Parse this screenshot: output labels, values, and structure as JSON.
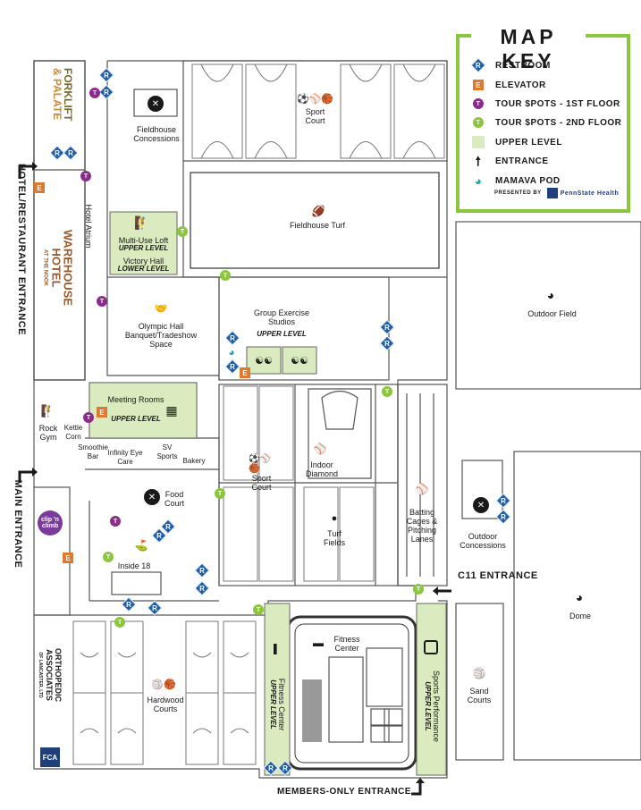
{
  "key": {
    "title": "MAP KEY",
    "items": {
      "restroom": "RESTROOM",
      "elevator": "ELEVATOR",
      "tour1": "TOUR $POTS - 1ST FLOOR",
      "tour2": "TOUR $POTS - 2ND FLOOR",
      "upper": "UPPER LEVEL",
      "entrance": "ENTRANCE",
      "mamava": "MAMAVA POD",
      "presented": "PRESENTED BY",
      "sponsor": "PennState Health"
    },
    "colors": {
      "restroom": "#1f5fa8",
      "elevator": "#e0782d",
      "tour1": "#8b2c8c",
      "tour2": "#8cc63f",
      "upper": "#d9ebbf",
      "border": "#8cc63f"
    }
  },
  "marker_letters": {
    "restroom": "R",
    "elevator": "E",
    "tour": "T"
  },
  "areas": {
    "fieldhouse_concessions": "Fieldhouse Concessions",
    "sport_court_top": "Sport Court",
    "fieldhouse_turf": "Fieldhouse Turf",
    "hotel_atrium": "Hotel Atrium",
    "multi_use_loft": "Multi-Use Loft",
    "multi_use_loft_level": "UPPER LEVEL",
    "victory_hall": "Victory Hall",
    "victory_hall_level": "LOWER LEVEL",
    "olympic_hall": "Olympic Hall Banquet/Tradeshow Space",
    "group_exercise": "Group Exercise Studios",
    "group_exercise_level": "UPPER LEVEL",
    "outdoor_field": "Outdoor Field",
    "meeting_rooms": "Meeting Rooms",
    "meeting_rooms_level": "UPPER LEVEL",
    "rock_gym": "Rock Gym",
    "kettle_corn": "Kettle Corn",
    "smoothie_bar": "Smoothie Bar",
    "infinity_eye_care": "Infinity Eye Care",
    "sv_sports": "SV Sports",
    "bakery": "Bakery",
    "indoor_diamond": "Indoor Diamond",
    "sport_court_mid": "Sport Court",
    "batting_cages": "Batting Cages & Pitching Lanes",
    "food_court": "Food Court",
    "turf_fields": "Turf Fields",
    "outdoor_concessions": "Outdoor Concessions",
    "inside_18": "Inside 18",
    "dome": "Dome",
    "fitness_center": "Fitness Center",
    "fitness_center_side": "Fitness Center",
    "fitness_center_side_level": "UPPER LEVEL",
    "sports_performance": "Sports Performance",
    "sports_performance_level": "UPPER LEVEL",
    "hardwood_courts": "Hardwood Courts",
    "sand_courts": "Sand Courts"
  },
  "entrances": {
    "hotel_restaurant": "HOTEL/RESTAURANT ENTRANCE",
    "main": "MAIN ENTRANCE",
    "c11": "C11 ENTRANCE",
    "members_only": "MEMBERS-ONLY ENTRANCE"
  },
  "brands": {
    "forklift_1": "FORKLIFT",
    "forklift_2": "& PALATE",
    "warehouse_1": "WAREHOUSE",
    "warehouse_2": "HOTEL",
    "warehouse_3": "AT THE NOOK",
    "ortho_1": "ORTHOPEDIC",
    "ortho_2": "ASSOCIATES",
    "ortho_3": "OF LANCASTER, LTD",
    "fca": "FCA",
    "clip_n_climb": "clip 'n climb"
  }
}
